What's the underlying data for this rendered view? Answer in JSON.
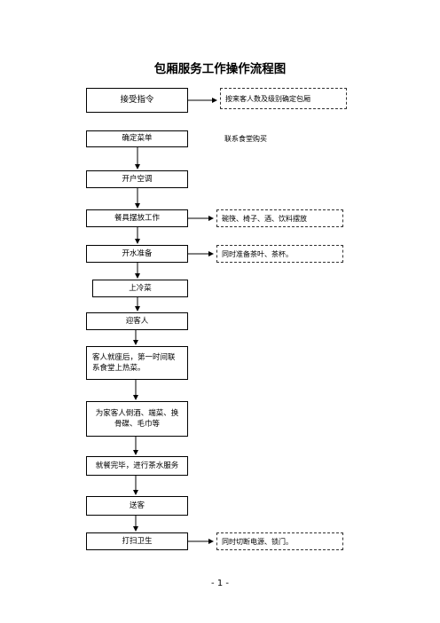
{
  "title": "包厢服务工作操作流程图",
  "steps": [
    "接受指令",
    "确定菜单",
    "开户空调",
    "餐具摆放工作",
    "开水准备",
    "上冷菜",
    "迎客人",
    "客人就座后，第一时间联系食堂上热菜。",
    "为家客人倒酒、端菜、换骨碟、毛巾等",
    "就餐完毕，进行茶水服务",
    "送客",
    "打扫卫生"
  ],
  "notes": [
    "按来客人数及级别确定包厢",
    "联系食堂购买",
    "碗筷、椅子、酒、饮料摆放",
    "同时准备茶叶、茶杯。",
    "同时切断电源、锁门。"
  ],
  "page_number": "- 1 -"
}
